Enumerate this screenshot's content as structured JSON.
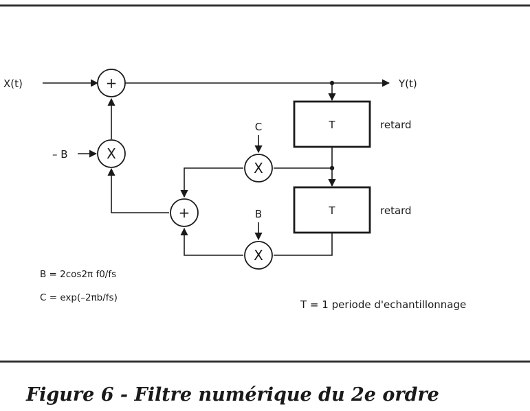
{
  "signals": {
    "input": "X(t)",
    "output": "Y(t)",
    "coef_neg_b": "– B",
    "coef_c": "C",
    "coef_b": "B"
  },
  "nodes": {
    "sum_symbol": "+",
    "mult_symbol": "X"
  },
  "blocks": {
    "delay_label": "T",
    "delay_caption": "retard"
  },
  "formulas": {
    "b_formula": "B = 2cos2π f0/fs",
    "c_formula": "C = exp(–2πb/fs)",
    "t_definition": "T = 1 periode d'echantillonnage"
  },
  "caption": {
    "text": "Figure 6 - Filtre numérique du 2e ordre"
  }
}
